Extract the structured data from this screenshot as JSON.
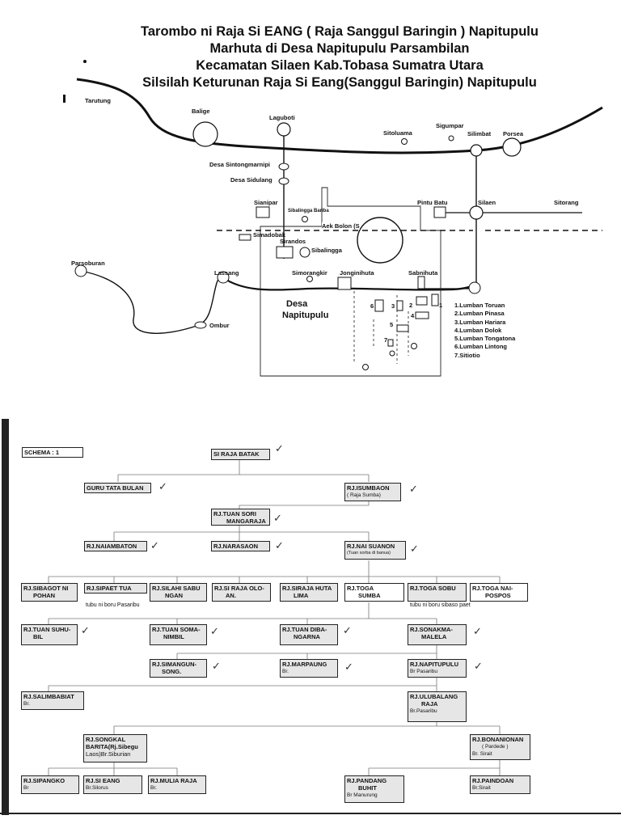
{
  "title_lines": [
    "Tarombo ni Raja Si EANG ( Raja Sanggul Baringin ) Napitupulu",
    "Marhuta di Desa Napitupulu Parsambilan",
    "Kecamatan Silaen Kab.Tobasa Sumatra Utara",
    "Silsilah Keturunan Raja Si Eang(Sanggul Baringin) Napitupulu"
  ],
  "map": {
    "places": {
      "tarutung": "Tarutung",
      "balige": "Balige",
      "laguboti": "Laguboti",
      "sitoluama": "Sitoluama",
      "sigumpar": "Sigumpar",
      "silimbat": "Silimbat",
      "porsea": "Porsea",
      "sintongmarnipi": "Desa Sintongmarnipi",
      "sidulang": "Desa Sidulang",
      "sianipar": "Sianipar",
      "sibalingga_bariba": "Sibalingga Bariba",
      "pintu_batu": "Pintu Batu",
      "silaen": "Silaen",
      "sitorang": "Sitorang",
      "aek_bolon": "Aek Bolon (S",
      "simadobak": "Simadobak",
      "sirandos": "Sirandos",
      "sibalingga": "Sibalingga",
      "parsoburan": "Parsoburan",
      "lassang": "Lassang",
      "simorangkir": "Simorangkir",
      "jonginihuta": "Jonginihuta",
      "sabnihuta": "Sabnihuta",
      "ombur": "Ombur",
      "desa_line1": "Desa",
      "desa_line2": "Napitupulu"
    },
    "numbers": [
      "1",
      "2",
      "3",
      "4",
      "5",
      "6",
      "7"
    ],
    "legend": [
      "1.Lumban Toruan",
      "2.Lumban Pinasa",
      "3.Lumban Hariara",
      "4.Lumban Dolok",
      "5.Lumban Tongatona",
      "6.Lumban Lintong",
      "7.Sitiotio"
    ]
  },
  "tree": {
    "schema": "SCHEMA : 1",
    "si_raja_batak": "SI RAJA BATAK",
    "guru_tata_bulan": "GURU TATA BULAN",
    "isumbaon": [
      "RJ.ISUMBAON",
      "( Raja Sumba)"
    ],
    "tuan_sori": [
      "RJ.TUAN SORI",
      "MANGARAJA"
    ],
    "naiambaton": "RJ.NAIAMBATON",
    "narasaon": "RJ.NARASAON",
    "nai_suanon": [
      "RJ.NAI SUANON",
      "(Tuan sorba di banua)"
    ],
    "sibagot": [
      "RJ.SIBAGOT NI",
      "POHAN"
    ],
    "sipaet_tua": "RJ.SIPAET TUA",
    "silahi_sabu": [
      "RJ.SILAHI SABU",
      "NGAN"
    ],
    "si_raja_oloan": [
      "RJ.SI RAJA OLO-",
      "AN."
    ],
    "siraja_huta_lima": [
      "RJ.SIRAJA HUTA",
      "LIMA"
    ],
    "toga_sumba": [
      "RJ.TOGA",
      "SUMBA"
    ],
    "toga_sobu": "RJ.TOGA SOBU",
    "toga_naipospos": [
      "RJ.TOGA NAI-",
      "POSPOS"
    ],
    "note_pasaribu": "tubu ni boru Pasaribu",
    "note_sibaso": "tubu ni boru sibaso paet",
    "tuan_suhu_bil": [
      "RJ.TUAN SUHU-",
      "BIL"
    ],
    "tuan_somanimbil": [
      "RJ.TUAN SOMA-",
      "NIMBIL"
    ],
    "tuan_dibangarna": [
      "RJ.TUAN DIBA-",
      "NGARNA"
    ],
    "sonakmalela": [
      "RJ.SONAKMA-",
      "MALELA"
    ],
    "simangunsong": [
      "RJ.SIMANGUN-",
      "SONG."
    ],
    "marpaung": [
      "RJ.MARPAUNG",
      "Br."
    ],
    "napitupulu": [
      "RJ.NAPITUPULU",
      "Br Pasaribu"
    ],
    "salimbabiat": [
      "RJ.SALIMBABIAT",
      "Br."
    ],
    "ulubalang": [
      "RJ.ULUBALANG",
      "RAJA",
      "Br.Pasaribu"
    ],
    "songkal": [
      "RJ.SONGKAL",
      "BARITA(Rj.Sibegu",
      "Laos)Br.Siburian"
    ],
    "bonanionan": [
      "RJ.BONANIONAN",
      "( Pardede )",
      "Br. Sirait"
    ],
    "sipangko": [
      "RJ.SIPANGKO",
      "Br"
    ],
    "si_eang": [
      "RJ.SI EANG",
      "Br.Silorus"
    ],
    "mulia_raja": [
      "RJ.MULIA RAJA",
      "Br."
    ],
    "pandang_buhit": [
      "RJ.PANDANG",
      "BUHIT",
      "Br Manurung"
    ],
    "paindoan": [
      "RJ.PAINDOAN",
      "Br.Sirait"
    ]
  },
  "icons": [
    "checkmark-icon"
  ]
}
